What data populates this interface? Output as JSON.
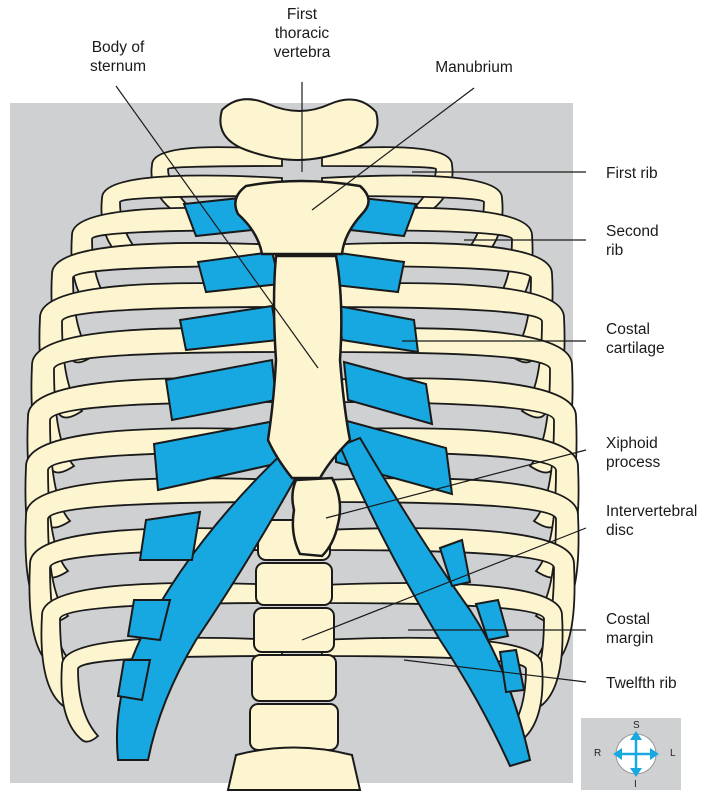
{
  "labels": {
    "body_of_sternum": [
      "Body of",
      "sternum"
    ],
    "first_thoracic_vertebra": [
      "First",
      "thoracic",
      "vertebra"
    ],
    "manubrium": [
      "Manubrium"
    ],
    "first_rib": [
      "First rib"
    ],
    "second_rib": [
      "Second",
      "rib"
    ],
    "costal_cartilage": [
      "Costal",
      "cartilage"
    ],
    "xiphoid_process": [
      "Xiphoid",
      "process"
    ],
    "intervertebral_disc": [
      "Intervertebral",
      "disc"
    ],
    "costal_margin": [
      "Costal",
      "margin"
    ],
    "twelfth_rib": [
      "Twelfth rib"
    ]
  },
  "orientation": {
    "superior": "S",
    "inferior": "I",
    "right": "R",
    "left": "L"
  },
  "colors": {
    "panel": "#cfd0d2",
    "bone": "#fdf5d0",
    "cartilage": "#17a8e2",
    "outline": "#1a1a1a"
  }
}
